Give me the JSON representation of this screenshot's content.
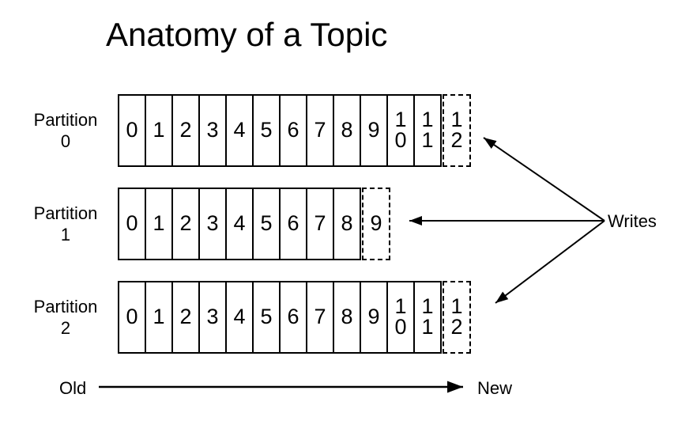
{
  "title": "Anatomy of a Topic",
  "writes": {
    "label": "Writes"
  },
  "axis": {
    "old": "Old",
    "new": "New"
  },
  "colors": {
    "ink": "#000000",
    "background": "#ffffff"
  },
  "partitions": [
    {
      "name": "Partition\n0",
      "cells": [
        "0",
        "1",
        "2",
        "3",
        "4",
        "5",
        "6",
        "7",
        "8",
        "9",
        "1\n0",
        "1\n1"
      ],
      "next": "1\n2"
    },
    {
      "name": "Partition\n1",
      "cells": [
        "0",
        "1",
        "2",
        "3",
        "4",
        "5",
        "6",
        "7",
        "8"
      ],
      "next": "9"
    },
    {
      "name": "Partition\n2",
      "cells": [
        "0",
        "1",
        "2",
        "3",
        "4",
        "5",
        "6",
        "7",
        "8",
        "9",
        "1\n0",
        "1\n1"
      ],
      "next": "1\n2"
    }
  ]
}
